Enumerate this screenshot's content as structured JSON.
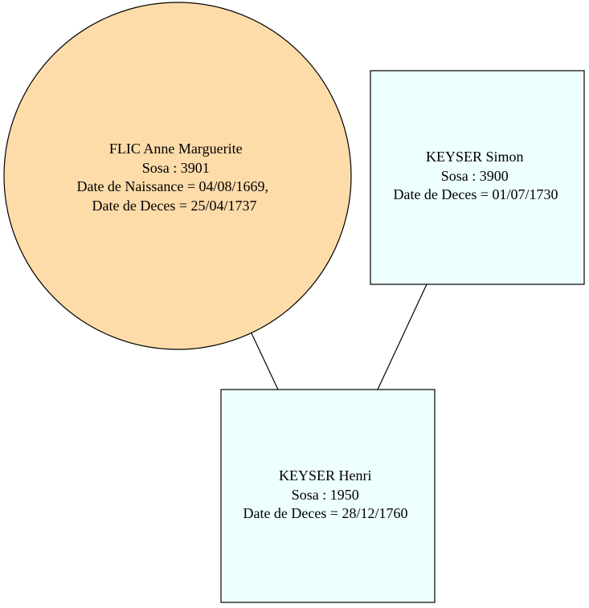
{
  "colors": {
    "female_fill": "#fddcaa",
    "male_fill": "#eeffff",
    "stroke": "#000000"
  },
  "nodes": {
    "mother": {
      "shape": "circle",
      "lines": [
        "FLIC Anne Marguerite",
        "Sosa : 3901",
        "Date de Naissance = 04/08/1669,",
        "Date de Deces = 25/04/1737"
      ]
    },
    "father": {
      "shape": "box",
      "lines": [
        "KEYSER Simon",
        "Sosa : 3900",
        "Date de Deces = 01/07/1730"
      ]
    },
    "child": {
      "shape": "box",
      "lines": [
        "KEYSER Henri",
        "Sosa : 1950",
        "Date de Deces = 28/12/1760"
      ]
    }
  },
  "edges": [
    {
      "from": "mother",
      "to": "child"
    },
    {
      "from": "father",
      "to": "child"
    }
  ]
}
